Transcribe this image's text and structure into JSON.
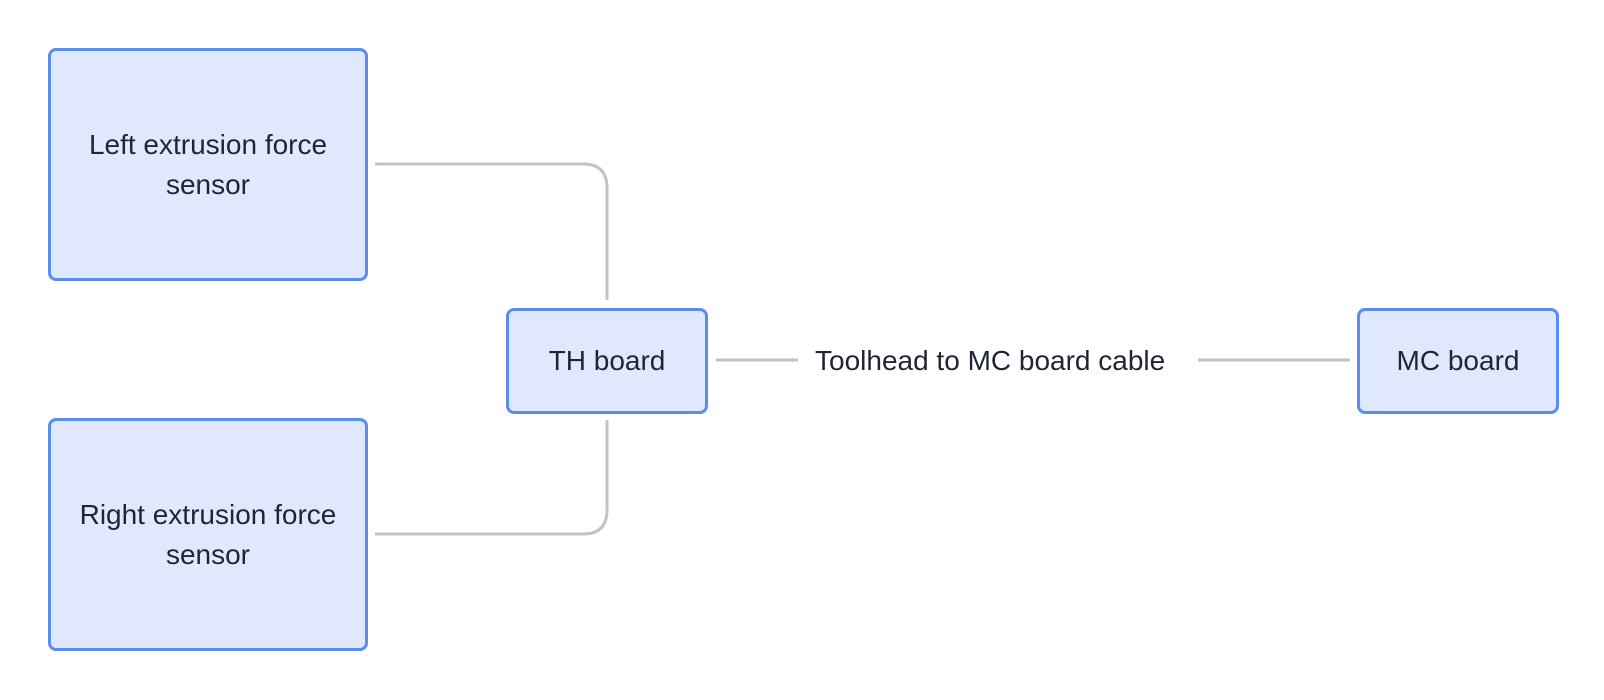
{
  "diagram": {
    "nodes": {
      "left_sensor": {
        "label": "Left extrusion force sensor"
      },
      "right_sensor": {
        "label": "Right extrusion force sensor"
      },
      "th_board": {
        "label": "TH board"
      },
      "mc_board": {
        "label": "MC board"
      }
    },
    "edges": {
      "th_to_mc": {
        "label": "Toolhead to MC board cable"
      }
    },
    "colors": {
      "node_fill": "#e0e8fd",
      "node_border": "#5b8def",
      "edge_stroke": "#c2c3c7",
      "text": "#1f2532"
    }
  }
}
